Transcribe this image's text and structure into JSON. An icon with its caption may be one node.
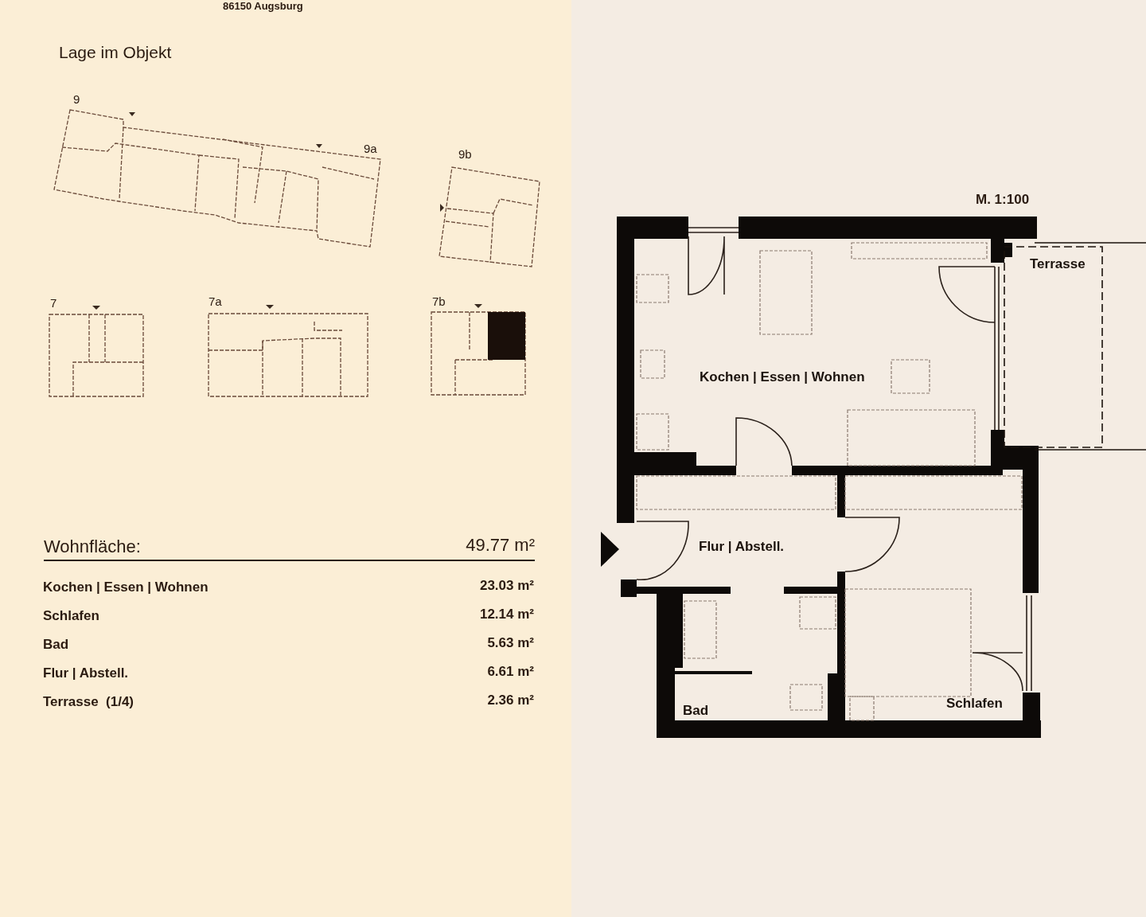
{
  "diagram": {
    "nodes": [
      {
        "text": [
          "Kochen | Essen | Wohnen"
        ]
      },
      {
        "text": [
          "Terrasse"
        ]
      },
      {
        "text": [
          "Flur | Abstell."
        ]
      },
      {
        "text": [
          "Bad"
        ]
      },
      {
        "text": [
          "Schlafen"
        ]
      }
    ],
    "labels": [
      "86150 Augsburg",
      "Lage im Objekt",
      "9",
      "9a",
      "9b",
      "7",
      "7a",
      "7b",
      "Wohnfläche:",
      "49.77 m²",
      "Kochen | Essen | Wohnen",
      "23.03 m²",
      "Schlafen",
      "12.14 m²",
      "Bad",
      "5.63 m²",
      "Flur | Abstell.",
      "6.61 m²",
      "Terrasse  (1/4)",
      "2.36 m²",
      "M. 1:100"
    ]
  }
}
